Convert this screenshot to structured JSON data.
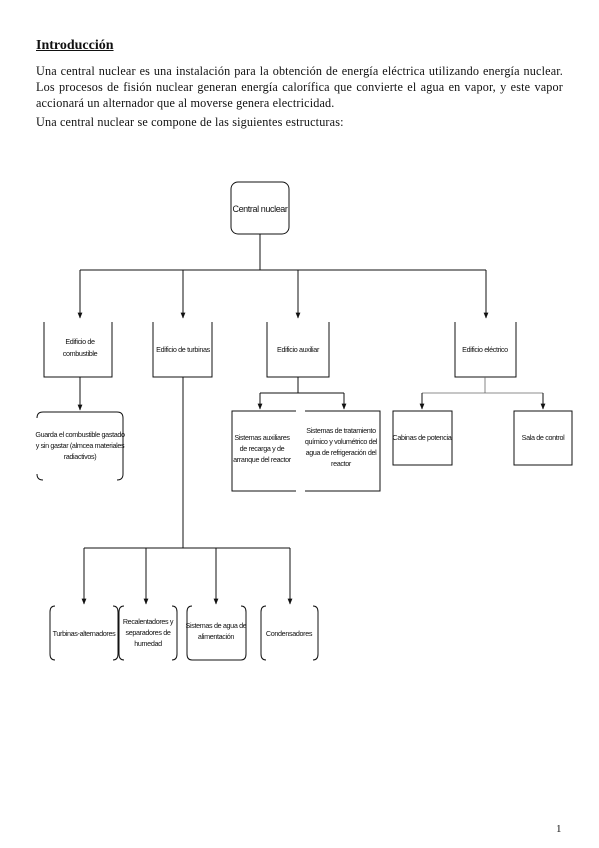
{
  "document": {
    "heading": "Introducción",
    "paragraph1": "Una central nuclear es una instalación para la obtención de energía eléctrica utilizando energía nuclear. Los procesos de fisión nuclear generan energía calorífica que convierte el agua en vapor, y este vapor accionará un alternador que al moverse genera electricidad.",
    "paragraph2": "Una central nuclear se compone de las siguientes estructuras:",
    "page_number": "1"
  },
  "diagram": {
    "root": "Central nuclear",
    "level1": {
      "combustible": [
        "Edificio de",
        "combustible"
      ],
      "turbinas": "Edificio de turbinas",
      "auxiliar": "Edificio auxiliar",
      "electrico": "Edificio eléctrico"
    },
    "combustible_children": {
      "guarda": [
        "Guarda el combustible gastado",
        "y sin gastar (almcea materiales",
        "radiactivos)"
      ]
    },
    "auxiliar_children": {
      "sistemas_aux": [
        "Sistemas auxiliares",
        "de recarga y de",
        "arranque del reactor"
      ],
      "tratamiento": [
        "Sistemas de tratamiento",
        "químico y volumétrico del",
        "agua de refrigeración del",
        "reactor"
      ]
    },
    "electrico_children": {
      "cabinas": "Cabinas de potencia",
      "sala": "Sala de control"
    },
    "turbinas_children": {
      "turbinas_alt": "Turbinas-alternadores",
      "recalentadores": [
        "Recalentadores y",
        "separadores de",
        "humedad"
      ],
      "agua": [
        "Sistemas de agua de",
        "alimentación"
      ],
      "condensadores": "Condensadores"
    }
  }
}
